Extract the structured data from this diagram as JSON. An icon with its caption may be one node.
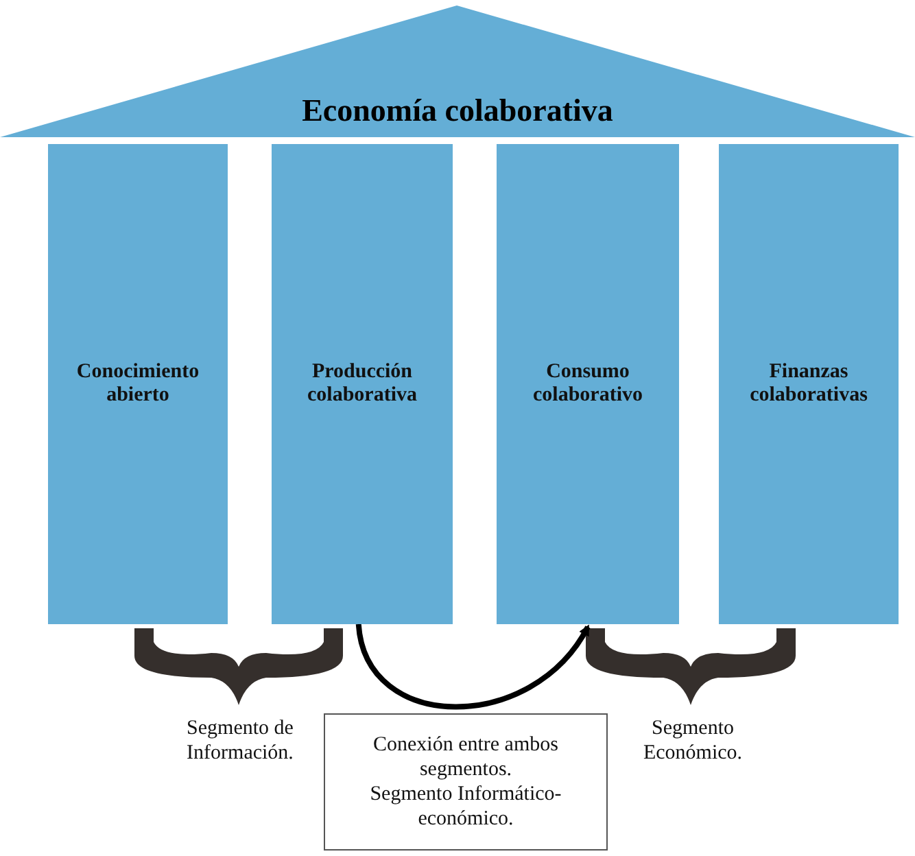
{
  "diagram": {
    "nodes": [
      {
        "text": [
          "Economía colaborativa"
        ]
      },
      {
        "text": [
          "Conocimiento abierto"
        ]
      },
      {
        "text": [
          "Producción colaborativa"
        ]
      },
      {
        "text": [
          "Consumo colaborativo"
        ]
      },
      {
        "text": [
          "Finanzas colaborativas"
        ]
      },
      {
        "text": [
          "Conexión entre ambos segmentos.",
          "Segmento Informático-económico."
        ]
      },
      {
        "text": [],
        "shape": "bracket"
      },
      {
        "text": [],
        "shape": "bracket"
      }
    ],
    "edges": [
      {
        "from": 2,
        "to": 3,
        "arrow": "to"
      }
    ],
    "labels": [
      "Segmento de Información.",
      "Segmento Económico."
    ]
  }
}
